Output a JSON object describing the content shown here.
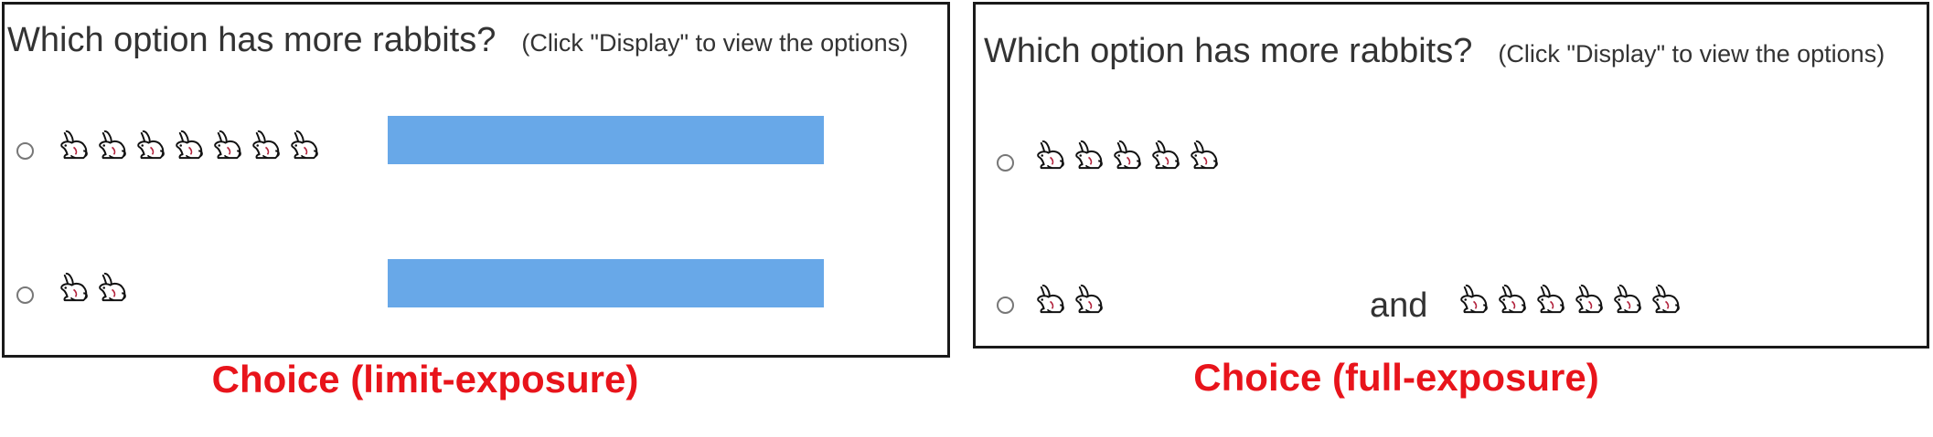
{
  "left_panel": {
    "question": "Which option has more rabbits?",
    "hint": "(Click \"Display\" to view the options)",
    "options": [
      {
        "rabbit_count": 7
      },
      {
        "rabbit_count": 2
      }
    ],
    "caption": "Choice (limit-exposure)"
  },
  "right_panel": {
    "question": "Which option has more rabbits?",
    "hint": "(Click \"Display\" to view the options)",
    "options": [
      {
        "rabbit_count": 5
      },
      {
        "rabbit_count": 2,
        "connector": "and",
        "extra_rabbit_count": 6
      }
    ],
    "caption": "Choice (full-exposure)"
  },
  "colors": {
    "bar": "#68a8e8",
    "caption": "#e8141b",
    "text": "#333333",
    "border": "#1a1a1a"
  },
  "icon": "rabbit-icon"
}
